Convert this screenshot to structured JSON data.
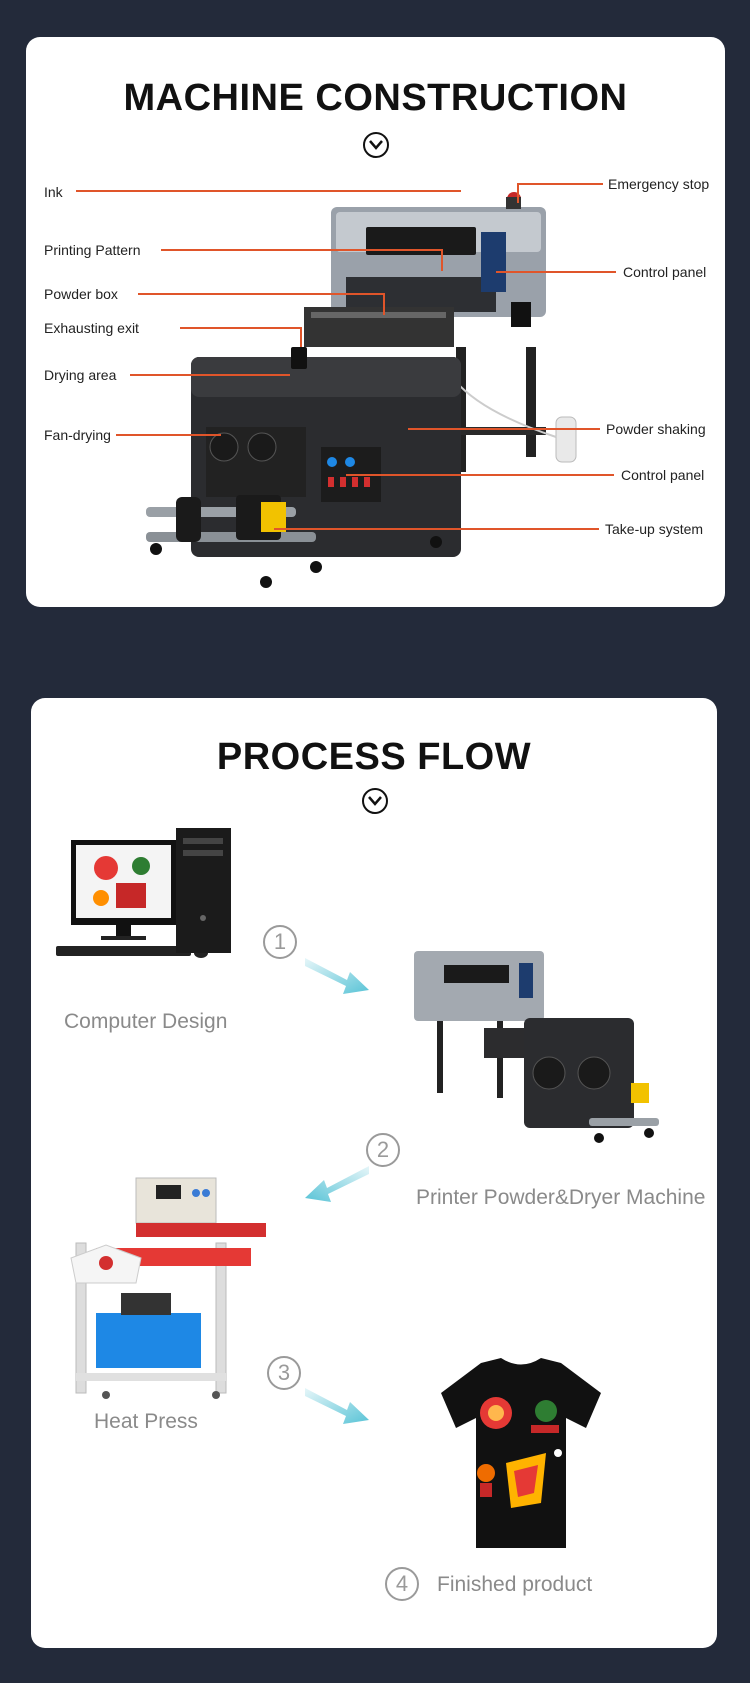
{
  "construction": {
    "title": "MACHINE CONSTRUCTION",
    "labels_left": [
      "Ink",
      "Printing Pattern",
      "Powder box",
      "Exhausting exit",
      "Drying area",
      "Fan-drying"
    ],
    "labels_right": [
      "Emergency stop",
      "Control panel",
      "Powder shaking",
      "Control panel",
      "Take-up system"
    ]
  },
  "process": {
    "title": "PROCESS FLOW",
    "steps": [
      {
        "number": "1",
        "label": "Computer Design"
      },
      {
        "number": "2",
        "label": "Printer Powder&Dryer Machine"
      },
      {
        "number": "3",
        "label": "Heat Press"
      },
      {
        "number": "4",
        "label": "Finished product"
      }
    ]
  },
  "colors": {
    "background": "#232a3a",
    "leader": "#e0552a",
    "arrow": "#58c3d6"
  },
  "icons": [
    "chevron-down-circle-icon"
  ]
}
